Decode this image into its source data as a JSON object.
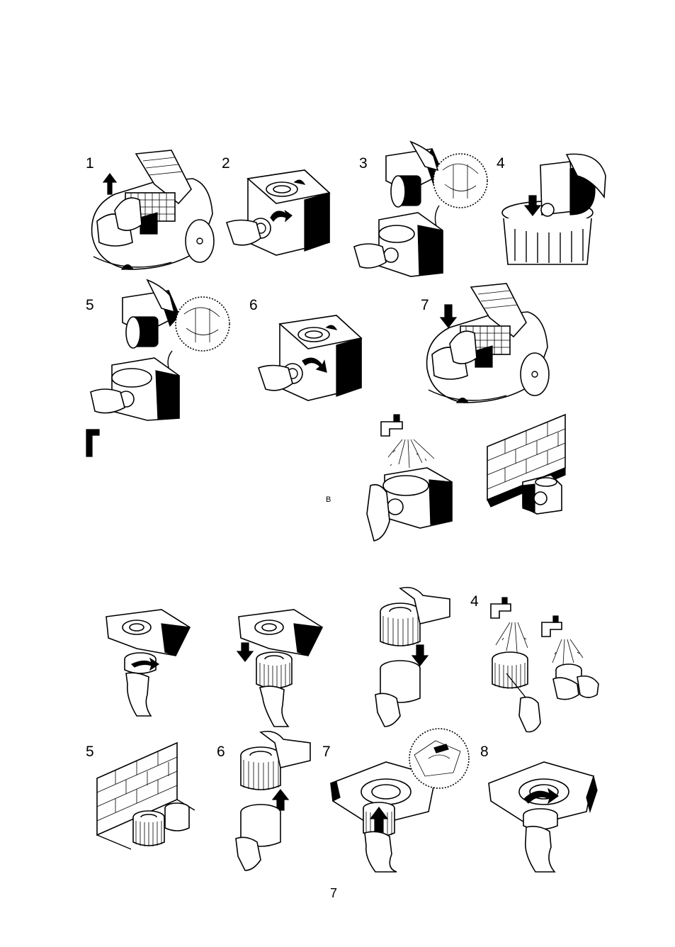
{
  "section_a": {
    "steps": [
      "1",
      "2",
      "3",
      "4",
      "5",
      "6",
      "7"
    ],
    "label_b": "B"
  },
  "section_b": {
    "steps": [
      "4",
      "5",
      "6",
      "7",
      "8"
    ]
  },
  "page_number": "7",
  "icons": [
    "arrow-up-icon",
    "arrow-down-icon",
    "rotate-arrow-icon",
    "water-tap-icon",
    "hand-icon",
    "filter-icon",
    "bin-icon",
    "wall-icon"
  ]
}
